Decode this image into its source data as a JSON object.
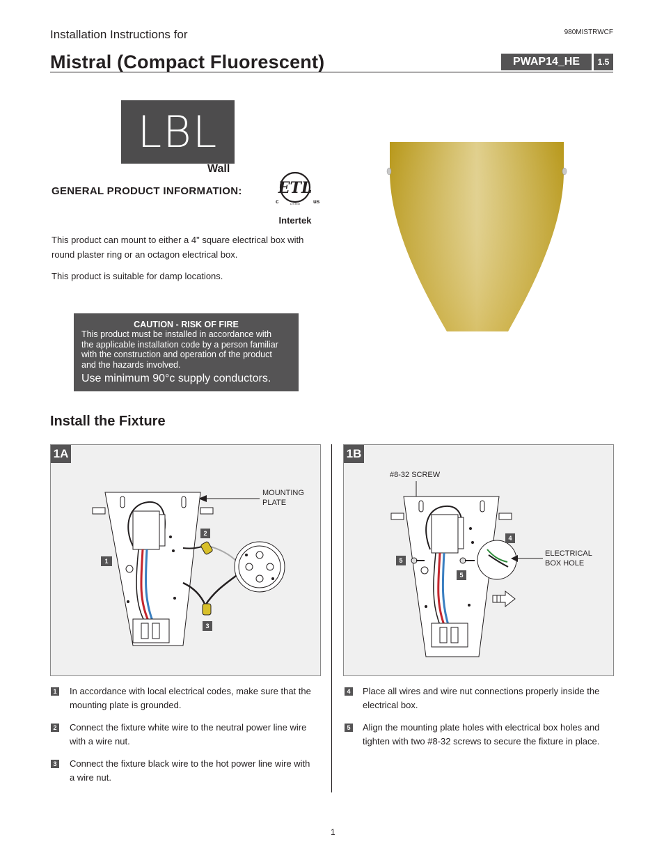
{
  "header": {
    "subtitle": "Installation Instructions for",
    "doc_number": "980MISTRWCF",
    "title": "Mistral (Compact Fluorescent)",
    "model": "PWAP14_HE",
    "version": "1.5"
  },
  "brand": {
    "logo": "LBL",
    "category": "Wall"
  },
  "cert": {
    "logo_letters": "ETL",
    "left_mark": "c",
    "right_mark": "us",
    "listed": "LISTED",
    "maker": "Intertek"
  },
  "general": {
    "heading": "GENERAL PRODUCT INFORMATION:",
    "para1_line1": "This product can mount to either a 4\" square electrical box with",
    "para1_line2": "round plaster ring or an octagon electrical box.",
    "para2": "This product is suitable for damp locations."
  },
  "caution": {
    "heading": "CAUTION - RISK OF FIRE",
    "line1": "This product must be installed in accordance with",
    "line2": "the applicable installation code by a person familiar",
    "line3": "with the construction and operation of the product",
    "line4": "and the hazards involved.",
    "conductors": "Use minimum 90°c supply conductors."
  },
  "install": {
    "heading": "Install the Fixture",
    "panel_a": {
      "tag": "1A",
      "label_line1": "MOUNTING",
      "label_line2": "PLATE",
      "markers": [
        "1",
        "2",
        "3"
      ]
    },
    "panel_b": {
      "tag": "1B",
      "screw_label": "#8-32 SCREW",
      "box_label_line1": "ELECTRICAL",
      "box_label_line2": "BOX HOLE",
      "markers": [
        "4",
        "5",
        "5"
      ]
    },
    "steps_left": [
      {
        "num": "1",
        "line1": "In accordance with local electrical codes, make sure that the",
        "line2": "mounting plate is grounded."
      },
      {
        "num": "2",
        "line1": "Connect the fixture white wire to the neutral power line wire",
        "line2": "with a wire nut."
      },
      {
        "num": "3",
        "line1": "Connect the fixture black wire to the hot power line wire with",
        "line2": "a wire nut."
      }
    ],
    "steps_right": [
      {
        "num": "4",
        "line1": "Place all wires and wire nut connections properly inside the",
        "line2": "electrical box."
      },
      {
        "num": "5",
        "line1": "Align the mounting plate holes with electrical box holes and",
        "line2": "tighten with two #8-32 screws to secure the fixture in place."
      }
    ]
  },
  "footer": {
    "page": "1"
  },
  "colors": {
    "label_bg": "#555455",
    "shade_top": "#b8981a",
    "shade_mid": "#e0cf8c",
    "panel_bg": "#f0f0f0",
    "wire_red": "#c4262e",
    "wire_blue": "#3a7fc1"
  }
}
